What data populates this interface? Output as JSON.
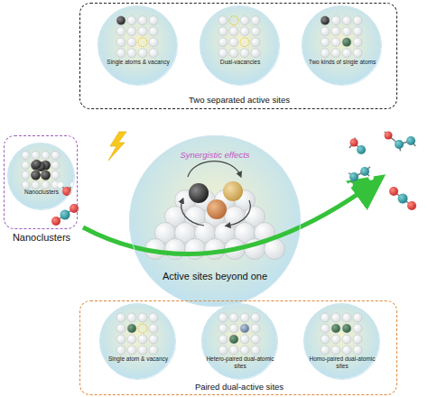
{
  "diagram": {
    "nodes": [
      {
        "text": [
          "Two separated active sites"
        ]
      },
      {
        "text": [
          "Single atoms & vacancy"
        ],
        "in": 0
      },
      {
        "text": [
          "Dual-vacancies"
        ],
        "in": 0
      },
      {
        "text": [
          "Two kinds of single atoms"
        ],
        "in": 0
      },
      {
        "text": [
          "Nanoclusters"
        ]
      },
      {
        "text": [
          "Nanoclusters"
        ],
        "in": 4
      },
      {
        "text": [
          "Synergistic effects",
          "Active sites beyond one"
        ]
      },
      {
        "text": [
          "Paired dual-active sites"
        ]
      },
      {
        "text": [
          "Single atom & vacancy"
        ],
        "in": 7
      },
      {
        "text": [
          "Hetero-paired dual-atomic sites"
        ],
        "in": 7
      },
      {
        "text": [
          "Homo-paired dual-atomic sites"
        ],
        "in": 7
      }
    ]
  }
}
